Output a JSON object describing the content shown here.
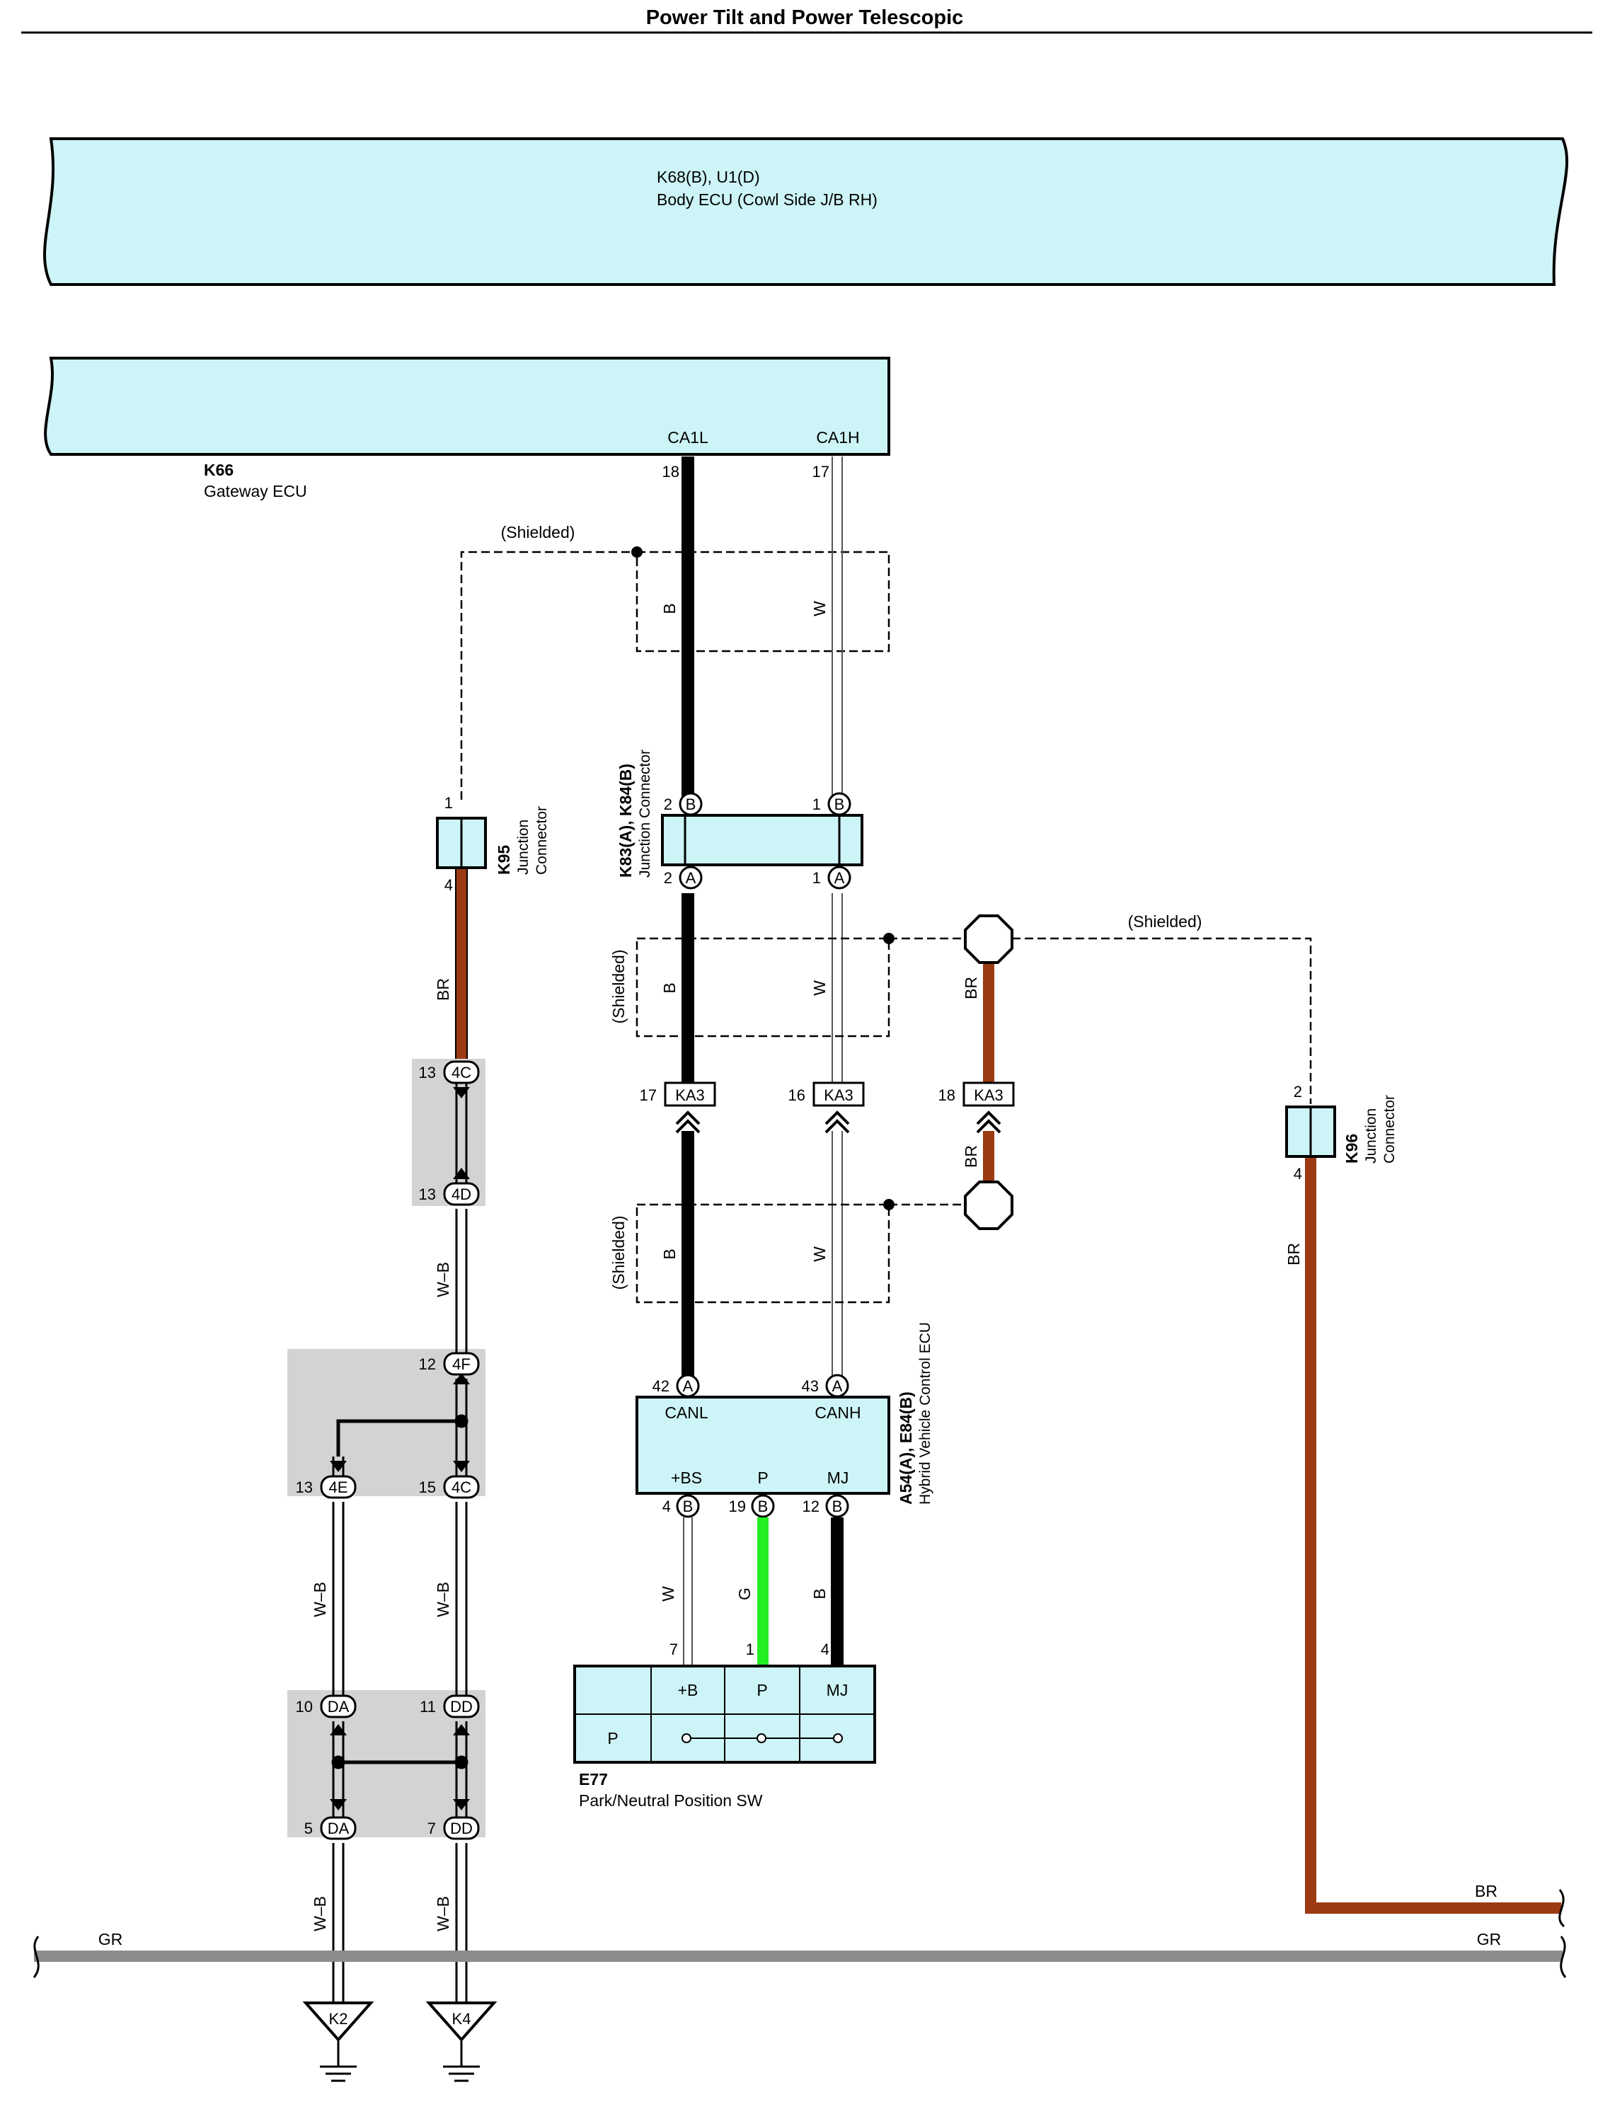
{
  "title": "Power Tilt and Power Telescopic",
  "colors": {
    "component_fill": "#cdf4f6",
    "wire_black": "#000000",
    "wire_brown": "#9c3a12",
    "wire_green": "#22ee22",
    "ground_bus": "#8c8c8c",
    "junction_block": "#d3d3d3"
  },
  "components": {
    "body_ecu": {
      "id": "K68(B), U1(D)",
      "name": "Body ECU (Cowl Side J/B RH)"
    },
    "gateway_ecu": {
      "id": "K66",
      "name": "Gateway ECU",
      "pin_ca1l": "CA1L",
      "pin_ca1h": "CA1H",
      "pin_ca1l_no": "18",
      "pin_ca1h_no": "17"
    },
    "k95": {
      "id": "K95",
      "line1": "Junction",
      "line2": "Connector",
      "pin_top": "1",
      "pin_bottom": "4"
    },
    "k83": {
      "id": "K83(A), K84(B)",
      "name": "Junction Connector",
      "pin_b1": "2",
      "pin_b2": "1",
      "pin_a1": "2",
      "pin_a2": "1",
      "tag_b": "B",
      "tag_a": "A"
    },
    "k96": {
      "id": "K96",
      "line1": "Junction",
      "line2": "Connector",
      "pin_top": "2",
      "pin_bottom": "4"
    },
    "hv_ecu": {
      "id": "A54(A), E84(B)",
      "name": "Hybrid Vehicle Control ECU",
      "canl": "CANL",
      "canh": "CANH",
      "bs": "+BS",
      "p": "P",
      "mj": "MJ",
      "pin_canl": "42",
      "pin_canh": "43",
      "pin_bs": "4",
      "pin_p": "19",
      "pin_mj": "12"
    },
    "e77": {
      "id": "E77",
      "name": "Park/Neutral Position SW",
      "col_b": "+B",
      "col_p": "P",
      "col_mj": "MJ",
      "row_p": "P",
      "pin_b": "7",
      "pin_p": "1",
      "pin_mj": "4"
    }
  },
  "connectors": {
    "ka3": "KA3",
    "ka3_pins": [
      "17",
      "16",
      "18"
    ],
    "j4c_top": {
      "pin": "13",
      "tag": "4C"
    },
    "j4d": {
      "pin": "13",
      "tag": "4D"
    },
    "j4f": {
      "pin": "12",
      "tag": "4F"
    },
    "j4e": {
      "pin": "13",
      "tag": "4E"
    },
    "j4c_bot": {
      "pin": "15",
      "tag": "4C"
    },
    "jda_top": {
      "pin": "10",
      "tag": "DA"
    },
    "jdd_top": {
      "pin": "11",
      "tag": "DD"
    },
    "jda_bot": {
      "pin": "5",
      "tag": "DA"
    },
    "jdd_bot": {
      "pin": "7",
      "tag": "DD"
    }
  },
  "wires": {
    "b": "B",
    "w": "W",
    "br": "BR",
    "g": "G",
    "wb": "W–B",
    "gr": "GR",
    "shielded": "(Shielded)"
  },
  "grounds": [
    "K2",
    "K4"
  ]
}
